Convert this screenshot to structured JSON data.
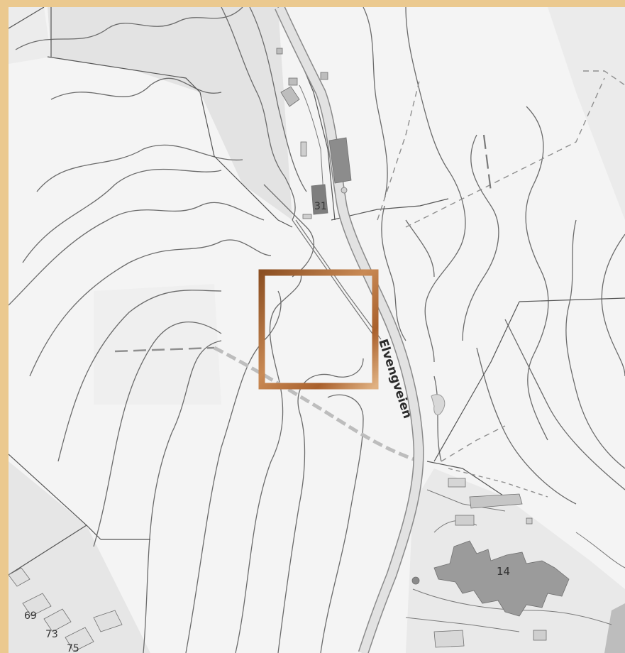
{
  "map": {
    "road_name": "Elvengveien",
    "building_labels": [
      "31",
      "14",
      "69",
      "73",
      "75"
    ]
  },
  "colors": {
    "frame": "#ebc98f",
    "selection_box": "#b86f3a",
    "contour": "#6b6b6b",
    "building": "#9a9a9a"
  }
}
